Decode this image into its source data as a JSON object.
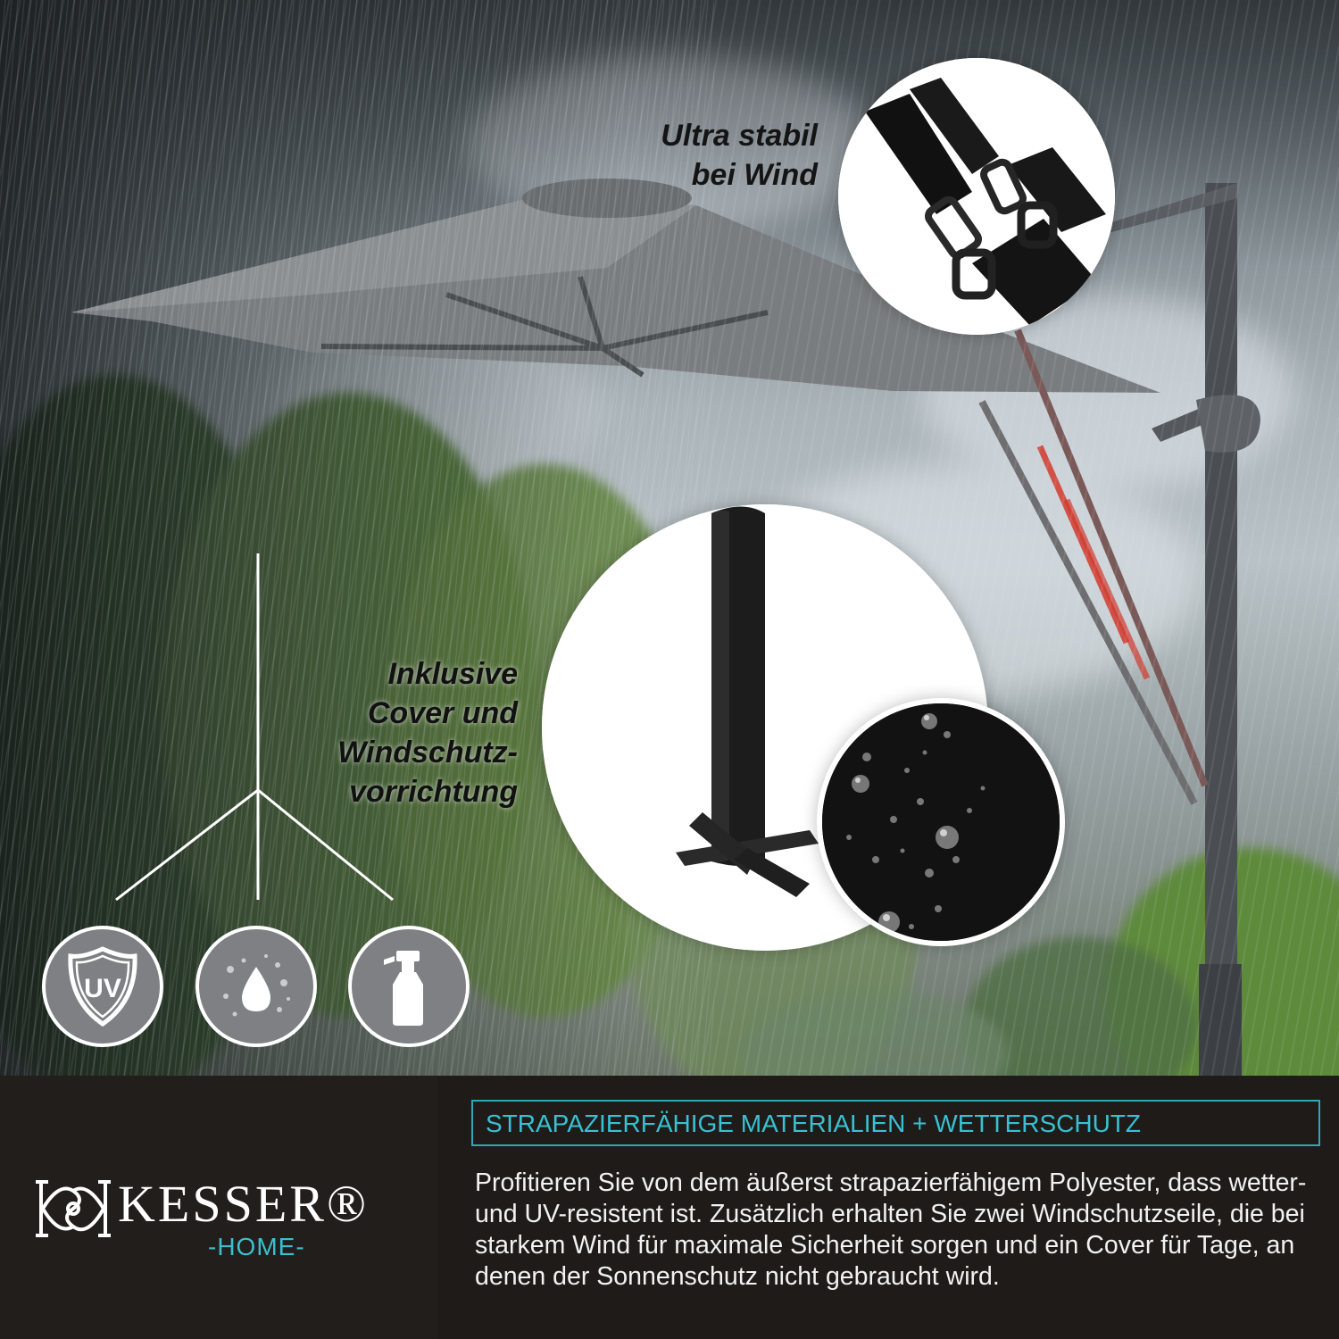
{
  "callouts": {
    "wind_line1": "Ultra stabil",
    "wind_line2": "bei Wind",
    "cover_line1": "Inklusive",
    "cover_line2": "Cover und",
    "cover_line3": "Windschutz-",
    "cover_line4": "vorrichtung"
  },
  "features": [
    {
      "icon": "uv-shield-icon",
      "label": "UV"
    },
    {
      "icon": "water-drop-icon"
    },
    {
      "icon": "spray-bottle-icon"
    }
  ],
  "brand": {
    "name": "KESSER®",
    "sub": "-HOME-"
  },
  "info": {
    "heading": "STRAPAZIERFÄHIGE MATERIALIEN + WETTERSCHUTZ",
    "body": "Profitieren Sie von dem äußerst strapazierfähigem Polyester, dass wetter- und UV-resistent ist. Zusätzlich erhalten Sie zwei Windschutzseile, die bei starkem Wind für maximale Sicherheit sorgen und ein Cover für Tage, an denen der Sonnenschutz nicht gebraucht wird."
  },
  "colors": {
    "accent": "#37c1d2",
    "panel": "#1f1b19",
    "strap_highlight": "#d23a2e"
  }
}
